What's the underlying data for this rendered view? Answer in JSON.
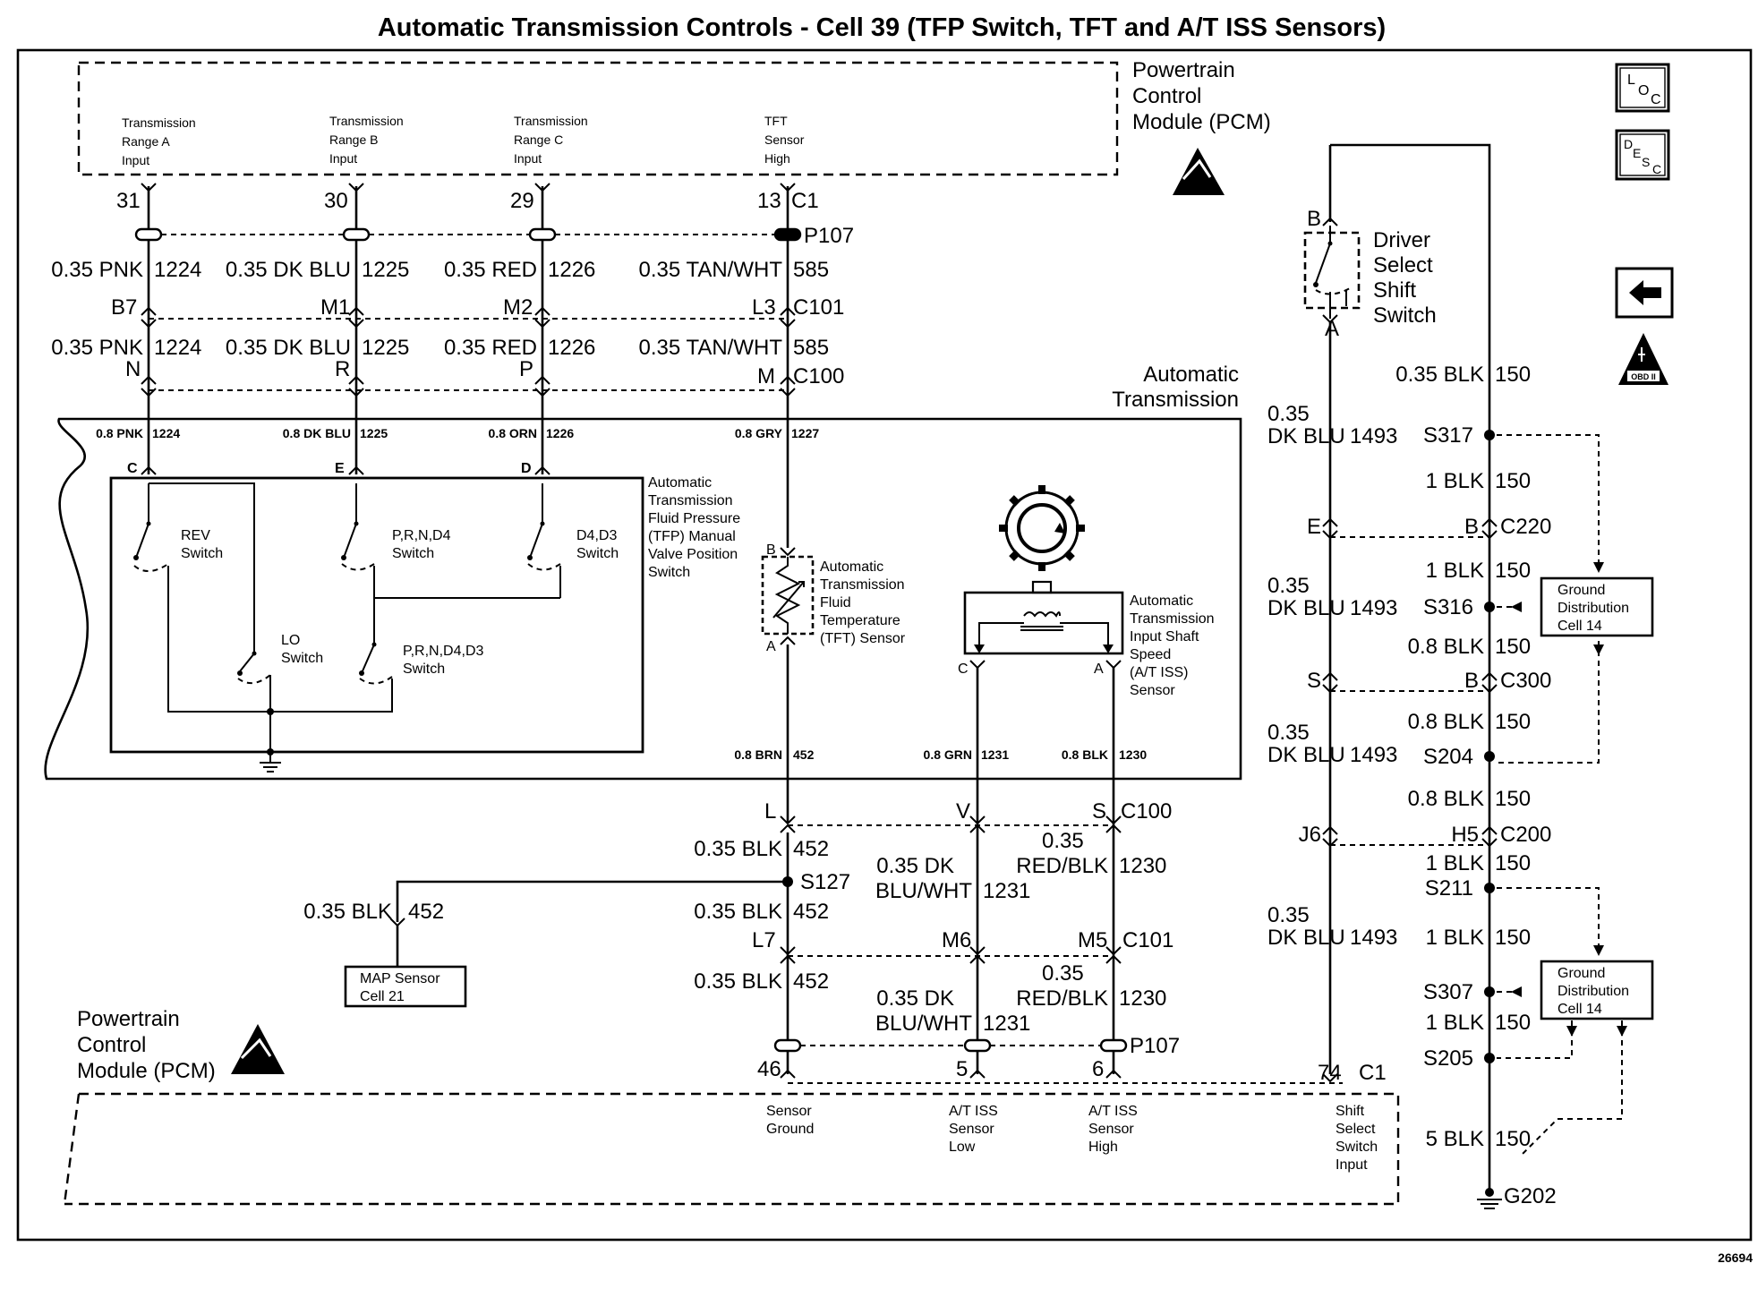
{
  "title": "Automatic Transmission Controls - Cell 39 (TFP Switch, TFT and A/T ISS Sensors)",
  "figure_number": "26694",
  "pcm_top": {
    "label_lines": [
      "Powertrain",
      "Control",
      "Module (PCM)"
    ]
  },
  "pcm_bottom": {
    "label_lines": [
      "Powertrain",
      "Control",
      "Module (PCM)"
    ]
  },
  "pcm_inputs": [
    {
      "lines": [
        "Transmission",
        "Range A",
        "Input"
      ],
      "pin": "31",
      "conn_b7": "B7",
      "conn_c100": "N",
      "case_pin": "C",
      "wire_a": "0.35 PNK",
      "circuit": "1224",
      "case_wire": "0.8 PNK",
      "case_circuit": "1224"
    },
    {
      "lines": [
        "Transmission",
        "Range B",
        "Input"
      ],
      "pin": "30",
      "conn_b7": "M1",
      "conn_c100": "R",
      "case_pin": "E",
      "wire_a": "0.35 DK BLU",
      "circuit": "1225",
      "case_wire": "0.8 DK BLU",
      "case_circuit": "1225"
    },
    {
      "lines": [
        "Transmission",
        "Range C",
        "Input"
      ],
      "pin": "29",
      "conn_b7": "M2",
      "conn_c100": "P",
      "case_pin": "D",
      "wire_a": "0.35 RED",
      "circuit": "1226",
      "case_wire": "0.8 ORN",
      "case_circuit": "1226"
    },
    {
      "lines": [
        "TFT",
        "Sensor",
        "High"
      ],
      "pin": "13",
      "conn_b7": "L3",
      "conn_c100": "M",
      "case_pin": "B",
      "wire_a": "0.35 TAN/WHT",
      "circuit": "585",
      "case_wire": "0.8 GRY",
      "case_circuit": "1227"
    }
  ],
  "connectors": {
    "c1": "C1",
    "p107": "P107",
    "c101": "C101",
    "c100": "C100",
    "c220": "C220",
    "c300": "C300",
    "c200": "C200",
    "g202": "G202"
  },
  "auto_trans_label": [
    "Automatic",
    "Transmission"
  ],
  "switches": {
    "rev": [
      "REV",
      "Switch"
    ],
    "prnd4": [
      "P,R,N,D4",
      "Switch"
    ],
    "d4d3": [
      "D4,D3",
      "Switch"
    ],
    "lo": [
      "LO",
      "Switch"
    ],
    "prnd4d3": [
      "P,R,N,D4,D3",
      "Switch"
    ]
  },
  "tfp_label": [
    "Automatic",
    "Transmission",
    "Fluid Pressure",
    "(TFP) Manual",
    "Valve Position",
    "Switch"
  ],
  "tft_label": [
    "Automatic",
    "Transmission",
    "Fluid",
    "Temperature",
    "(TFT) Sensor"
  ],
  "iss_label": [
    "Automatic",
    "Transmission",
    "Input Shaft",
    "Speed",
    "(A/T ISS)",
    "Sensor"
  ],
  "pin_letters": {
    "a": "A",
    "b": "B",
    "c": "C",
    "l": "L",
    "v": "V",
    "s": "S",
    "l7": "L7",
    "m6": "M6",
    "m5": "M5",
    "e": "E",
    "s2": "S",
    "j6": "J6",
    "h5": "H5",
    "b2": "B",
    "b3": "B"
  },
  "lower_wires": {
    "brn": "0.8 BRN",
    "brn_c": "452",
    "grn": "0.8 GRN",
    "grn_c": "1231",
    "blk": "0.8 BLK",
    "blk_c": "1230",
    "blk035": "0.35 BLK",
    "c452": "452",
    "dkblu_a": "0.35 DK",
    "dkblu_b": "BLU/WHT",
    "c1231": "1231",
    "redblk_a": "0.35",
    "redblk_b": "RED/BLK",
    "c1230": "1230",
    "s127": "S127"
  },
  "map_sensor": [
    "MAP Sensor",
    "Cell 21"
  ],
  "pcm_outputs": [
    {
      "lines": [
        "Sensor",
        "Ground"
      ],
      "pin": "46"
    },
    {
      "lines": [
        "A/T ISS",
        "Sensor",
        "Low"
      ],
      "pin": "5"
    },
    {
      "lines": [
        "A/T ISS",
        "Sensor",
        "High"
      ],
      "pin": "6"
    },
    {
      "lines": [
        "Shift",
        "Select",
        "Switch",
        "Input"
      ],
      "pin": "74"
    }
  ],
  "driver_switch": [
    "Driver",
    "Select",
    "Shift",
    "Switch"
  ],
  "right_wires": {
    "blk035": "0.35 BLK",
    "c150": "150",
    "dkblu_top": "0.35",
    "dkblu_bot": "DK BLU",
    "c1493": "1493",
    "blk1": "1 BLK",
    "blk08": "0.8 BLK",
    "blk5": "5 BLK"
  },
  "splices": {
    "s317": "S317",
    "s316": "S316",
    "s204": "S204",
    "s211": "S211",
    "s307": "S307",
    "s205": "S205"
  },
  "ground_distribution": [
    "Ground",
    "Distribution",
    "Cell 14"
  ],
  "icons": {
    "loc": "L",
    "loc_sub": "O",
    "loc_sub2": "C",
    "desc": "D",
    "desc_sub": "E",
    "desc_sub2": "S",
    "desc_sub3": "C",
    "obd": "OBD II"
  },
  "colors": {
    "ink": "#000000",
    "paper": "#ffffff"
  }
}
